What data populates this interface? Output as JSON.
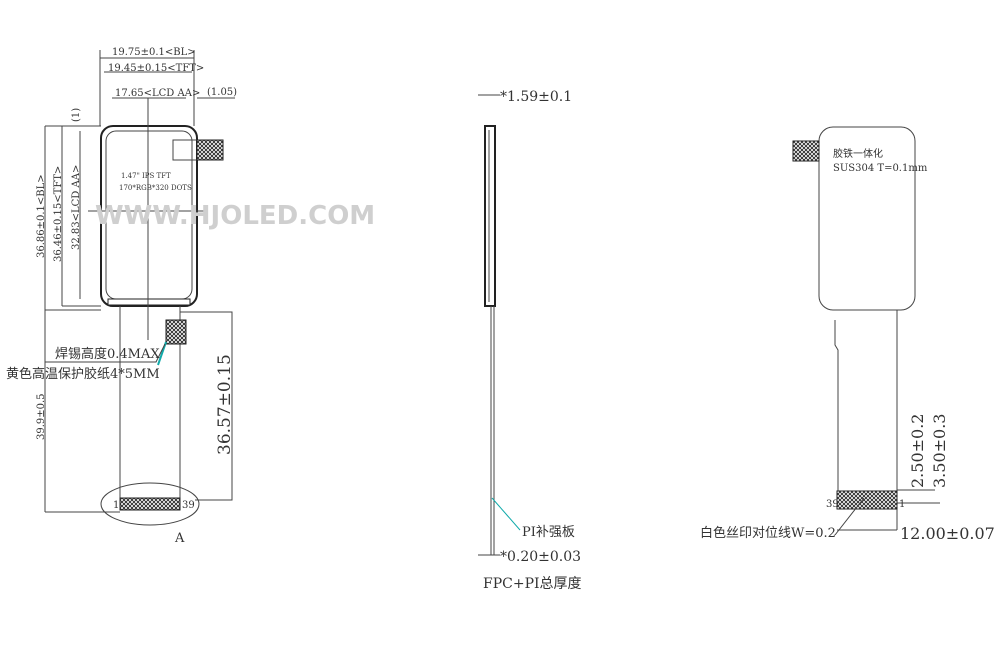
{
  "watermark": "WWW.HJOLED.COM",
  "front_view": {
    "dim_bl_width": "19.75±0.1<BL>",
    "dim_tft_width": "19.45±0.15<TFT>",
    "dim_aa_width": "17.65<LCD AA>",
    "dim_offset": "(1.05)",
    "dim_top_offset": "(1)",
    "dim_bl_height": "36.86±0.1<BL>",
    "dim_tft_height": "36.46±0.15<TFT>",
    "dim_aa_height": "32.83<LCD AA>",
    "panel_line1": "1.47\" IPS TFT",
    "panel_line2": "170*RGB*320 DOTS",
    "note_solder": "焊锡高度0.4MAX",
    "note_tape": "黄色高温保护胶纸4*5MM",
    "dim_total_height": "39.9±0.5",
    "dim_fpc_length": "36.57±0.15",
    "pin_first": "1",
    "pin_last": "39",
    "detail_label": "A"
  },
  "side_view": {
    "dim_thickness": "*1.59±0.1",
    "note_pi": "PI补强板",
    "dim_fpc_thickness": "*0.20±0.03",
    "caption": "FPC+PI总厚度"
  },
  "back_view": {
    "note_line1": "胶铁一体化",
    "note_line2": "SUS304 T=0.1mm",
    "dim_a": "2.50±0.2",
    "dim_b": "3.50±0.3",
    "dim_width": "12.00±0.07",
    "note_print": "白色丝印对位线W=0.2",
    "pin_first": "39",
    "pin_last": "1"
  }
}
